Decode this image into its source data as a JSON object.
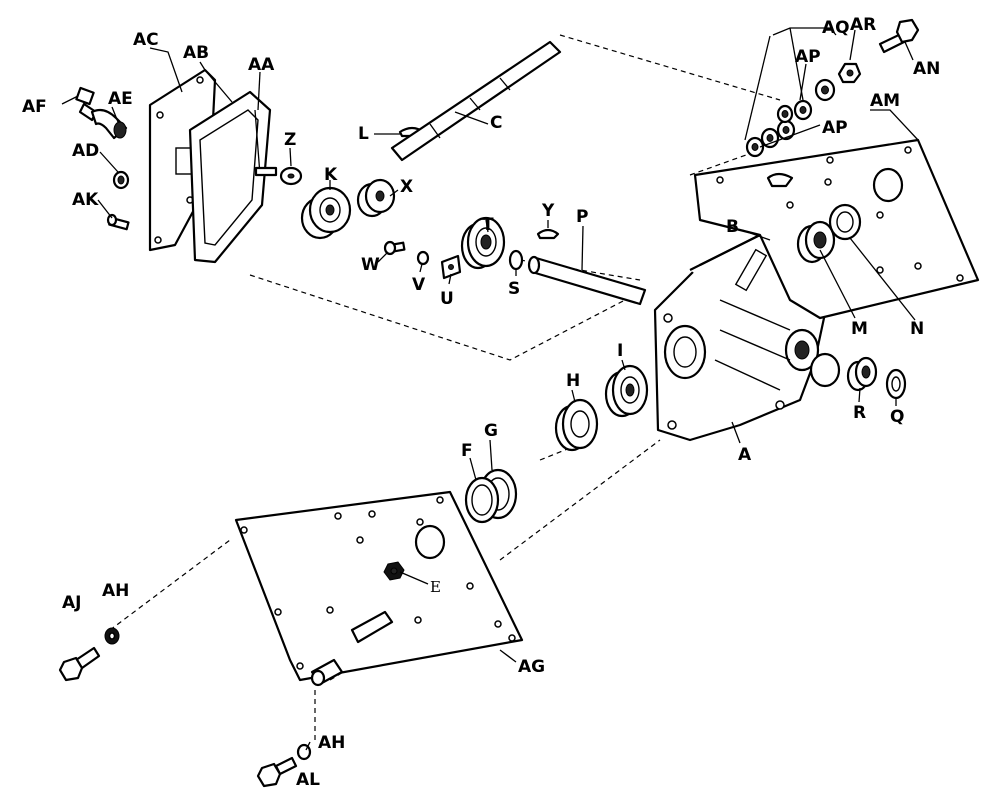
{
  "diagram": {
    "labels": {
      "AC": "AC",
      "AB": "AB",
      "AA": "AA",
      "AF": "AF",
      "AE": "AE",
      "AD": "AD",
      "AK": "AK",
      "Z": "Z",
      "K": "K",
      "X": "X",
      "L": "L",
      "C": "C",
      "W": "W",
      "V": "V",
      "U": "U",
      "T": "T",
      "S": "S",
      "Y": "Y",
      "P": "P",
      "AQ": "AQ",
      "AR": "AR",
      "AN": "AN",
      "AP_top": "AP",
      "AP": "AP",
      "AM": "AM",
      "B": "B",
      "M": "M",
      "N": "N",
      "I": "I",
      "H": "H",
      "R": "R",
      "Q": "Q",
      "G": "G",
      "F": "F",
      "A": "A",
      "E": "E",
      "AJ": "AJ",
      "AH_left": "AH",
      "AG": "AG",
      "AH_bottom": "AH",
      "AL": "AL"
    }
  }
}
